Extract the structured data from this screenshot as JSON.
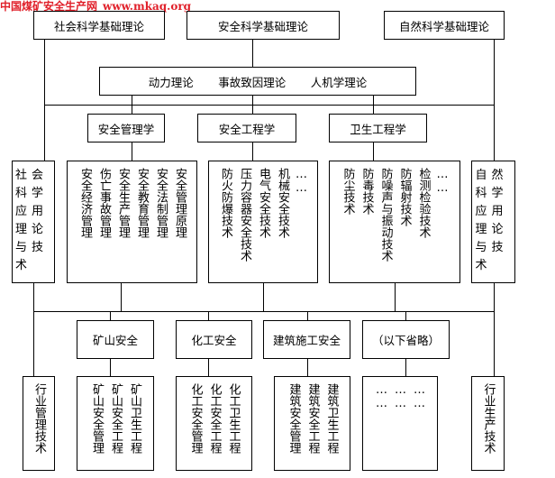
{
  "watermark": {
    "name": "中国煤矿安全生产网",
    "url": "www.mkaq.org"
  },
  "foundations": [
    "社会科学基础理论",
    "安全科学基础理论",
    "自然科学基础理论"
  ],
  "theories": [
    "动力理论",
    "事故致因理论",
    "人机学理论"
  ],
  "disciplines": [
    "安全管理学",
    "安全工程学",
    "卫生工程学"
  ],
  "social_applied": "社会科学应用理论与技术",
  "natural_applied": "自然科学应用理论与技术",
  "management_topics": [
    "安全经济管理",
    "伤亡事故管理",
    "安全生产管理",
    "安全教育管理",
    "安全法制管理",
    "安全管理原理"
  ],
  "engineering_topics": [
    "防火防爆技术",
    "压力容器安全技术",
    "电气安全技术",
    "机械安全技术",
    "……"
  ],
  "hygiene_topics": [
    "防尘技术",
    "防毒技术",
    "防噪声与振动技术",
    "防辐射技术",
    "检测检验技术",
    "……"
  ],
  "industries": [
    "矿山安全",
    "化工安全",
    "建筑施工安全",
    "（以下省略）"
  ],
  "industry_management": "行业管理技术",
  "industry_production": "行业生产技术",
  "mine_topics": [
    "矿山安全管理",
    "矿山安全工程",
    "矿山卫生工程"
  ],
  "chem_topics": [
    "化工安全管理",
    "化工安全工程",
    "化工卫生工程"
  ],
  "build_topics": [
    "建筑安全管理",
    "建筑安全工程",
    "建筑卫生工程"
  ],
  "omitted_topics": [
    "……",
    "……",
    "……"
  ]
}
